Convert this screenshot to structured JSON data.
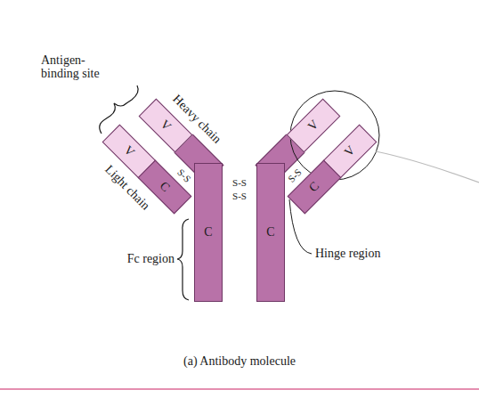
{
  "diagram": {
    "caption": "(a) Antibody molecule",
    "nodes": [
      {
        "text": [
          "V"
        ]
      },
      {
        "text": [
          "V"
        ]
      },
      {
        "text": [
          "C"
        ]
      },
      {
        "text": [
          "C"
        ]
      },
      {
        "text": [
          "C"
        ]
      },
      {
        "text": [
          "V"
        ]
      },
      {
        "text": [
          "V"
        ]
      },
      {
        "text": [
          "C"
        ]
      }
    ],
    "labels": [
      "Antigen-binding site",
      "Heavy chain",
      "Light chain",
      "S-S",
      "S-S",
      "S-S",
      "S-S",
      "Fc region",
      "Hinge region"
    ]
  }
}
